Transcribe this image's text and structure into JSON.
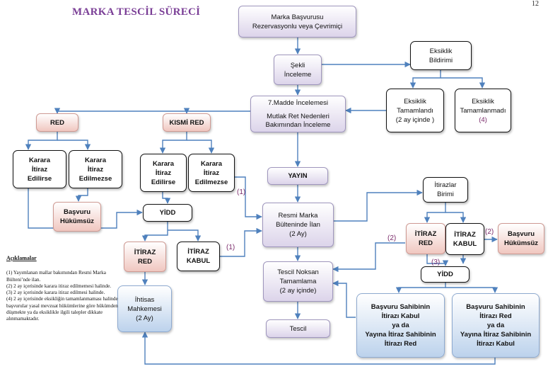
{
  "page_number": "12",
  "title": "MARKA TESCİL SÜRECİ",
  "boxes": {
    "basvuru": [
      "Marka Başvurusu",
      "Rezervasyonlu veya Çevrimiçi"
    ],
    "sekli": [
      "Şekli",
      "İnceleme"
    ],
    "eksiklik_bildirimi": [
      "Eksiklik",
      "Bildirimi"
    ],
    "eksiklik_tamamlandi": [
      "Eksiklik",
      "Tamamlandı",
      "(2 ay içinde )"
    ],
    "eksiklik_tamamlanmadi": [
      "Eksiklik",
      "Tamamlanmadı",
      "(4)"
    ],
    "madde7": [
      "7.Madde İncelemesi",
      "Mutlak Ret Nedenleri",
      "Bakımından İnceleme"
    ],
    "red": [
      "RED"
    ],
    "kismi_red": [
      "KISMİ RED"
    ],
    "karara_itiraz_1": [
      "Karara",
      "İtiraz",
      "Edilirse"
    ],
    "karara_itiraz_edilmezse_1": [
      "Karara",
      "İtiraz",
      "Edilmezse"
    ],
    "karara_itiraz_2": [
      "Karara",
      "İtiraz",
      "Edilirse"
    ],
    "karara_itiraz_edilmezse_2": [
      "Karara",
      "İtiraz",
      "Edilmezse"
    ],
    "basvuru_hukumsuz_1": [
      "Başvuru",
      "Hükümsüz"
    ],
    "yidd_1": [
      "YİDD"
    ],
    "itiraz_red_1": [
      "İTİRAZ",
      "RED"
    ],
    "itiraz_kabul_1": [
      "İTİRAZ",
      "KABUL"
    ],
    "ihtisas": [
      "İhtisas",
      "Mahkemesi",
      "(2 Ay)"
    ],
    "yayin": [
      "YAYIN"
    ],
    "resmi_bulten": [
      "Resmi Marka",
      "Bülteninde İlan",
      "(2 Ay)"
    ],
    "tescil_noksan": [
      "Tescil Noksan",
      "Tamamlama",
      "(2 ay içinde)"
    ],
    "tescil": [
      "Tescil"
    ],
    "itirazlar_birimi": [
      "İtirazlar",
      "Birimi"
    ],
    "itiraz_red_2": [
      "İTİRAZ",
      "RED"
    ],
    "itiraz_kabul_2": [
      "İTİRAZ",
      "KABUL"
    ],
    "basvuru_hukumsuz_2": [
      "Başvuru",
      "Hükümsüz"
    ],
    "yidd_2": [
      "YİDD"
    ],
    "sahibinin_1": [
      "Başvuru Sahibinin",
      "İtirazı Kabul",
      "ya da",
      "Yayına İtiraz Sahibinin",
      "İtirazı Red"
    ],
    "sahibinin_2": [
      "Başvuru Sahibinin",
      "İtirazı Red",
      "ya da",
      "Yayına İtiraz Sahibinin",
      "İtirazı Kabul"
    ]
  },
  "markers": {
    "m1a": "(1)",
    "m1b": "(1)",
    "m2a": "(2)",
    "m2b": "(2)",
    "m3": "(3)"
  },
  "notes": {
    "heading": "Açıklamalar",
    "items": [
      "(1) Yayımlanan mallar bakımından Resmi Marka Bülteni’nde ilan.",
      "(2) 2 ay içerisinde karara itiraz edilmemesi halinde.",
      "(3) 2 ay içerisinde karara itiraz edilmesi halinde.",
      "(4) 2 ay içerisinde eksikliğin tamamlanmaması halinde başvurular yasal mevzuat hükümlerine göre hükümden düşmekte ya da eksiklikle ilgili talepler dikkate alınmamaktadır."
    ]
  },
  "colors": {
    "arrow": "#4f81bd",
    "title": "#7a3e96",
    "marker": "#7a2a6a"
  }
}
